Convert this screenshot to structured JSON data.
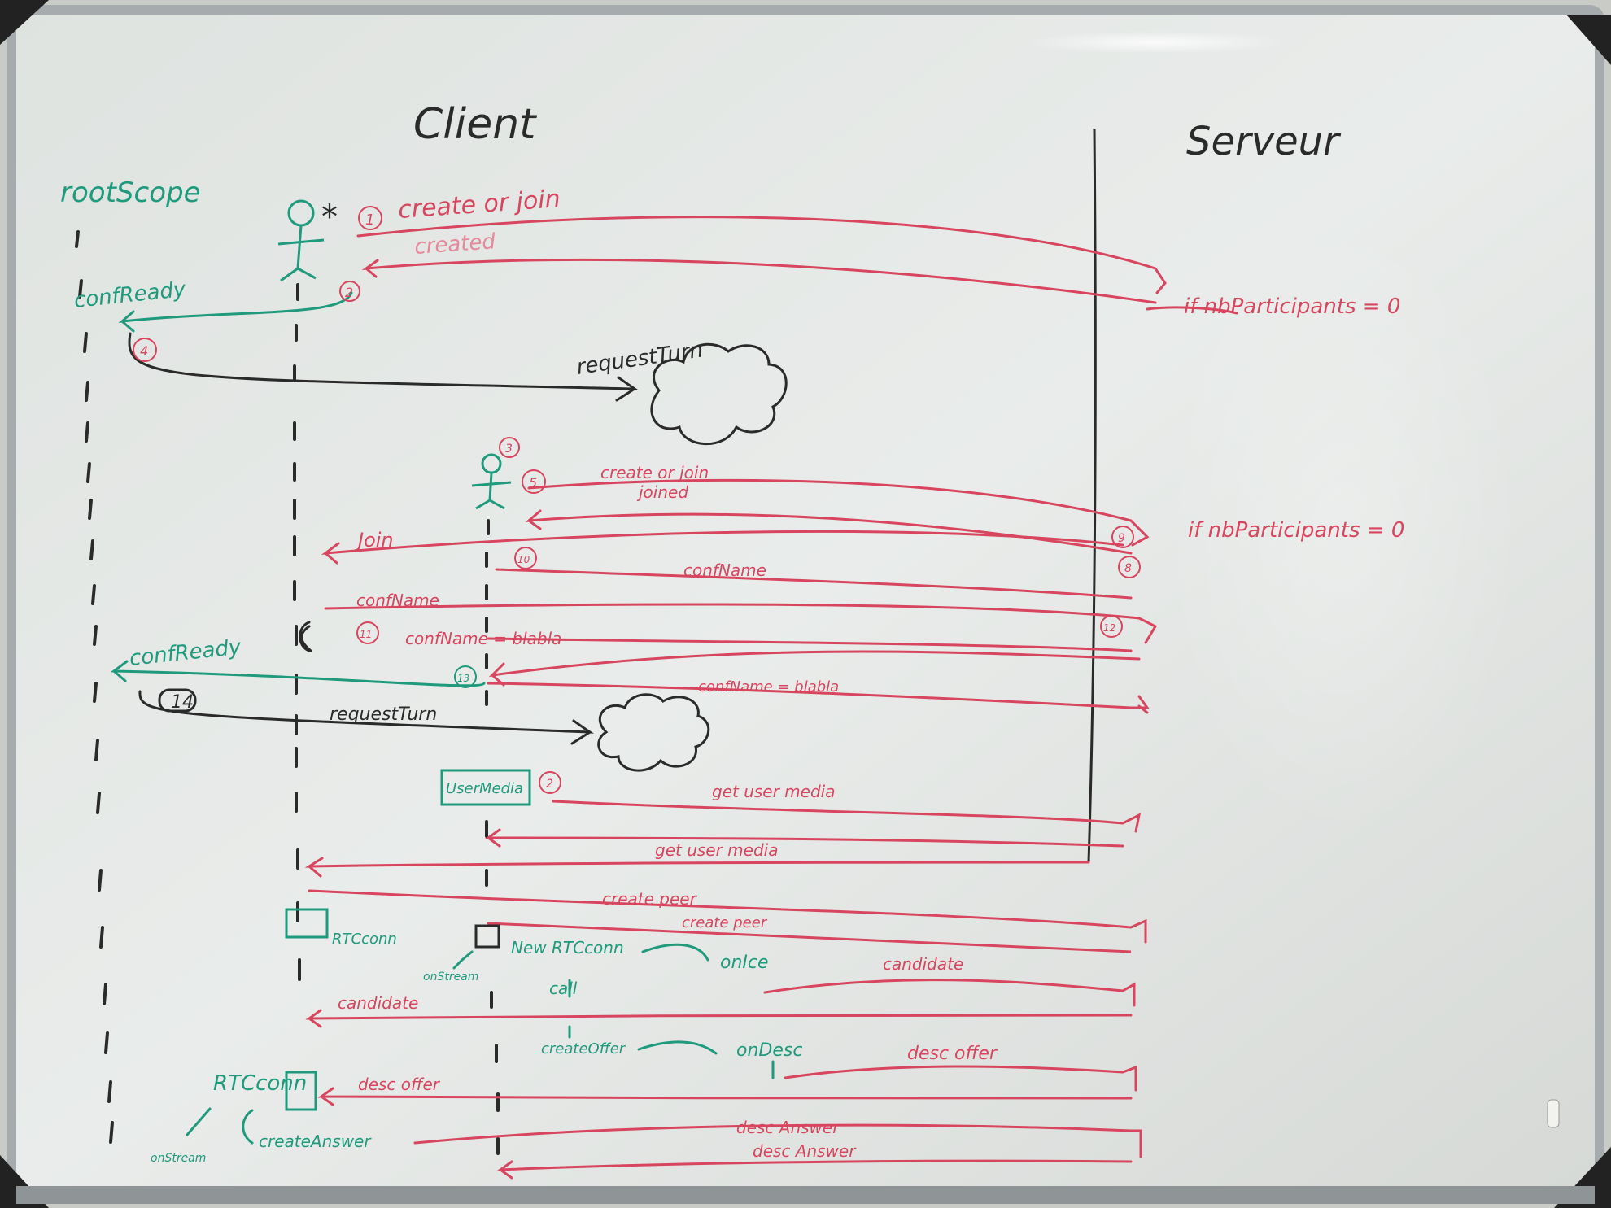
{
  "whiteboard": {
    "column_client": "Client",
    "column_server": "Serveur",
    "lane_rootscope": "rootScope",
    "colors": {
      "black": "#2a2a2a",
      "red": "#d8455f",
      "pink": "#e58a9b",
      "green": "#1f9a7c",
      "frame": "#9aa0a3",
      "board": "#e6e9e6"
    },
    "labels": {
      "create_or_join_1": "create or join",
      "created": "created",
      "if_participants_0": "if nbParticipants = 0",
      "confready_1": "confReady",
      "request_turn_1": "requestTurn",
      "create_or_join_2": "create or join",
      "joined": "joined",
      "if_participants_1": "if nbParticipants = 0",
      "join": "Join",
      "confname_1": "confName",
      "confname_2": "confName",
      "confname_blabla_1": "confName = blabla",
      "confready_2": "confReady",
      "confname_blabla_2": "confName = blabla",
      "request_turn_2": "requestTurn",
      "user_media_box": "UserMedia",
      "get_user_media_1": "get user media",
      "get_user_media_2": "get user media",
      "create_peer_1": "create peer",
      "create_peer_2": "create peer",
      "rtc_conn_left": "RTCconn",
      "new_rtc_conn": "New RTCconn",
      "on_ice": "onIce",
      "candidate_1": "candidate",
      "on_stream_1": "onStream",
      "call": "call",
      "candidate_2": "candidate",
      "create_offer": "createOffer",
      "on_desc": "onDesc",
      "desc_offer_1": "desc offer",
      "desc_offer_2": "desc offer",
      "rtc_conn_bottom": "RTCconn",
      "on_stream_2": "onStream",
      "create_answer": "createAnswer",
      "desc_answer_1": "desc Answer",
      "desc_answer_2": "desc Answer"
    },
    "step_numbers": {
      "s1": "1",
      "s2": "2",
      "s4a": "4",
      "s3": "3",
      "s5": "5",
      "s9": "9",
      "s8": "8",
      "s10": "10",
      "s11": "11",
      "s13": "13",
      "s14": "14",
      "s12": "12",
      "s2b": "2"
    }
  }
}
